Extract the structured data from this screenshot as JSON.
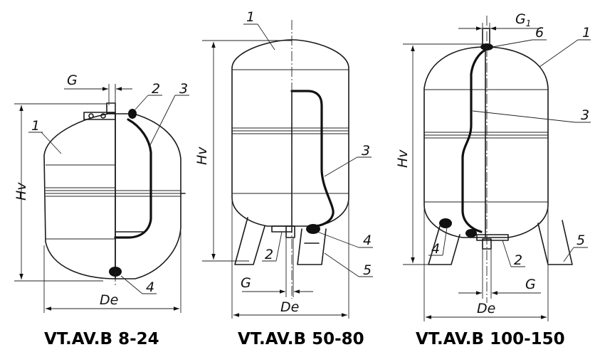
{
  "models": [
    {
      "title": "VT.AV.B 8-24",
      "labels": {
        "height": "Hv",
        "diameter": "De",
        "connection": "G"
      },
      "callouts": [
        "1",
        "2",
        "3",
        "4"
      ]
    },
    {
      "title": "VT.AV.B 50-80",
      "labels": {
        "height": "Hv",
        "diameter": "De",
        "connection": "G"
      },
      "callouts": [
        "1",
        "3",
        "4",
        "2",
        "5"
      ]
    },
    {
      "title": "VT.AV.B 100-150",
      "labels": {
        "height": "Hv",
        "diameter": "De",
        "connection": "G",
        "top_connection_base": "G",
        "top_connection_sub": "1"
      },
      "callouts": [
        "6",
        "1",
        "3",
        "5",
        "4",
        "2"
      ]
    }
  ]
}
